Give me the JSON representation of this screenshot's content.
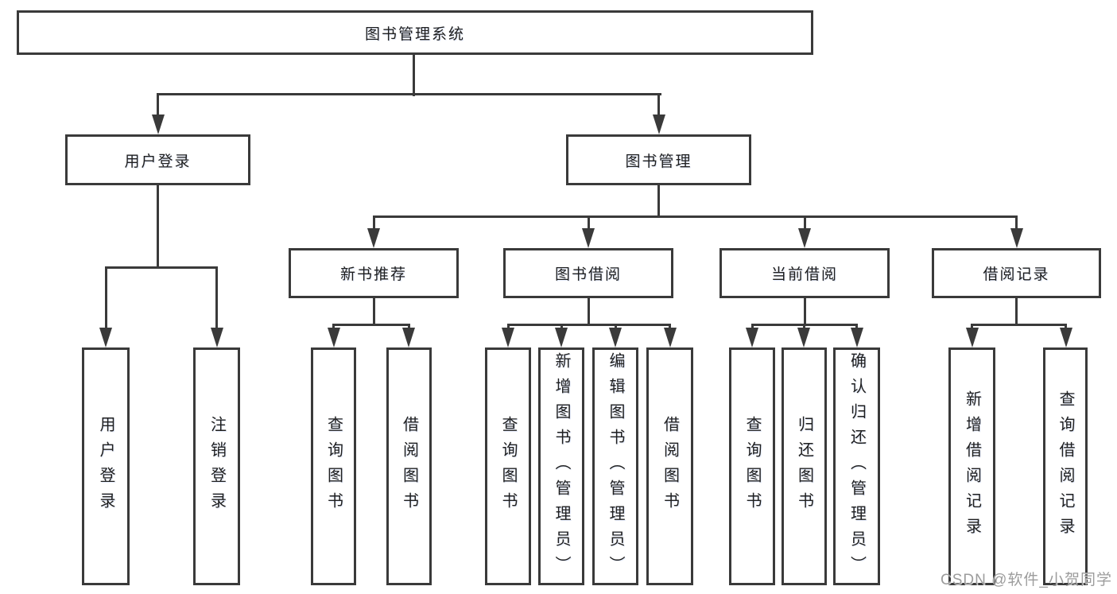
{
  "diagram_title": "图书管理系统",
  "colors": {
    "line": "#3a3a3a",
    "text": "#1f1f1f",
    "background": "#ffffff",
    "watermark": "#9c9c9c"
  },
  "nodes": [
    {
      "id": "root",
      "label": "图书管理系统",
      "orientation": "horizontal",
      "parent": null
    },
    {
      "id": "user-login",
      "label": "用户登录",
      "orientation": "horizontal",
      "parent": "root"
    },
    {
      "id": "book-management",
      "label": "图书管理",
      "orientation": "horizontal",
      "parent": "root"
    },
    {
      "id": "new-book-recommend",
      "label": "新书推荐",
      "orientation": "horizontal",
      "parent": "book-management"
    },
    {
      "id": "book-borrowing",
      "label": "图书借阅",
      "orientation": "horizontal",
      "parent": "book-management"
    },
    {
      "id": "current-borrowing",
      "label": "当前借阅",
      "orientation": "horizontal",
      "parent": "book-management"
    },
    {
      "id": "borrowing-records",
      "label": "借阅记录",
      "orientation": "horizontal",
      "parent": "book-management"
    },
    {
      "id": "leaf-user-login",
      "label": "用户登录",
      "orientation": "vertical",
      "parent": "user-login"
    },
    {
      "id": "leaf-logout",
      "label": "注销登录",
      "orientation": "vertical",
      "parent": "user-login"
    },
    {
      "id": "leaf-nbr-query",
      "label": "查询图书",
      "orientation": "vertical",
      "parent": "new-book-recommend"
    },
    {
      "id": "leaf-nbr-borrow",
      "label": "借阅图书",
      "orientation": "vertical",
      "parent": "new-book-recommend"
    },
    {
      "id": "leaf-bb-query",
      "label": "查询图书",
      "orientation": "vertical",
      "parent": "book-borrowing"
    },
    {
      "id": "leaf-bb-add",
      "label": "新增图书（管理员）",
      "orientation": "vertical",
      "parent": "book-borrowing"
    },
    {
      "id": "leaf-bb-edit",
      "label": "编辑图书（管理员）",
      "orientation": "vertical",
      "parent": "book-borrowing"
    },
    {
      "id": "leaf-bb-borrow",
      "label": "借阅图书",
      "orientation": "vertical",
      "parent": "book-borrowing"
    },
    {
      "id": "leaf-cb-query",
      "label": "查询图书",
      "orientation": "vertical",
      "parent": "current-borrowing"
    },
    {
      "id": "leaf-cb-return",
      "label": "归还图书",
      "orientation": "vertical",
      "parent": "current-borrowing"
    },
    {
      "id": "leaf-cb-confirm",
      "label": "确认归还（管理员）",
      "orientation": "vertical",
      "parent": "current-borrowing"
    },
    {
      "id": "leaf-br-add",
      "label": "新增借阅记录",
      "orientation": "vertical",
      "parent": "borrowing-records"
    },
    {
      "id": "leaf-br-query",
      "label": "查询借阅记录",
      "orientation": "vertical",
      "parent": "borrowing-records"
    }
  ],
  "watermark": {
    "text": "CSDN @软件_小贺同学"
  }
}
